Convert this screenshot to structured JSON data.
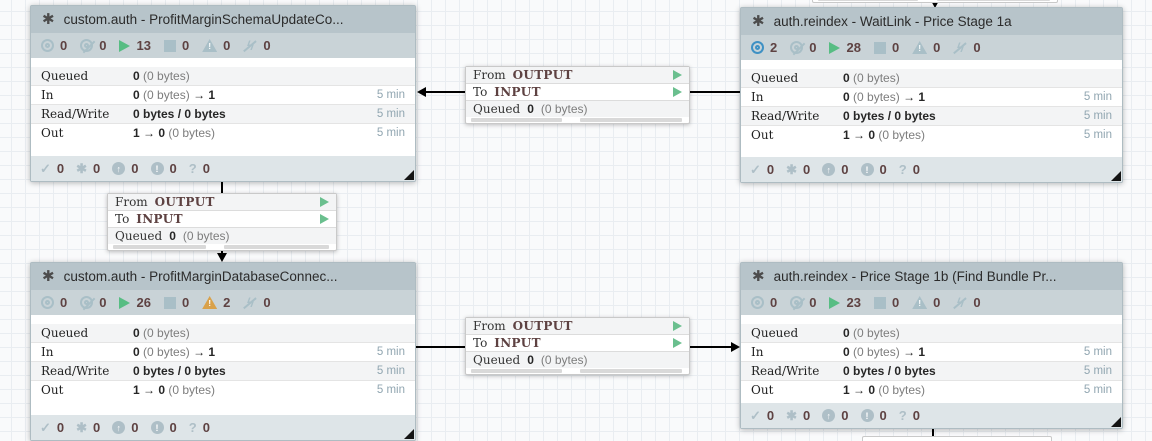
{
  "colors": {
    "running_green": "#57bd83",
    "transmitting_blue": "#3f91c4",
    "invalid_orange": "#d9a14a",
    "muted_icon": "#a9bfc7",
    "count_text": "#5e4242",
    "header_bg": "#b7c4ca",
    "stats_bg": "#c9d3d7",
    "footer_bg": "#dee5e8",
    "connection_line": "#000000"
  },
  "groups": [
    {
      "title": "custom.auth - ProfitMarginSchemaUpdateCo...",
      "stats": [
        {
          "name": "transmitting",
          "value": "0",
          "state": "muted"
        },
        {
          "name": "not-transmitting",
          "value": "0",
          "state": "muted"
        },
        {
          "name": "running",
          "value": "13",
          "state": "green"
        },
        {
          "name": "stopped",
          "value": "0",
          "state": "muted"
        },
        {
          "name": "invalid",
          "value": "0",
          "state": "muted"
        },
        {
          "name": "disabled",
          "value": "0",
          "state": "muted"
        }
      ],
      "metrics": [
        {
          "label": "Queued",
          "strong": "0",
          "note": "(0 bytes)",
          "tail": "",
          "window": ""
        },
        {
          "label": "In",
          "strong": "0",
          "note": "(0 bytes)",
          "tail": "→ 1",
          "window": "5 min"
        },
        {
          "label": "Read/Write",
          "strong": "0 bytes / 0 bytes",
          "note": "",
          "tail": "",
          "window": "5 min"
        },
        {
          "label": "Out",
          "strong": "1 → 0",
          "note": "(0 bytes)",
          "tail": "",
          "window": "5 min"
        }
      ],
      "versions": [
        {
          "name": "up-to-date",
          "value": "0"
        },
        {
          "name": "locally-modified",
          "value": "0"
        },
        {
          "name": "stale",
          "value": "0"
        },
        {
          "name": "locally-modified-and-stale",
          "value": "0"
        },
        {
          "name": "sync-failure",
          "value": "0"
        }
      ]
    },
    {
      "title": "auth.reindex - WaitLink - Price Stage 1a",
      "stats": [
        {
          "name": "transmitting",
          "value": "2",
          "state": "blue"
        },
        {
          "name": "not-transmitting",
          "value": "0",
          "state": "muted"
        },
        {
          "name": "running",
          "value": "28",
          "state": "green"
        },
        {
          "name": "stopped",
          "value": "0",
          "state": "muted"
        },
        {
          "name": "invalid",
          "value": "0",
          "state": "muted"
        },
        {
          "name": "disabled",
          "value": "0",
          "state": "muted"
        }
      ],
      "metrics": [
        {
          "label": "Queued",
          "strong": "0",
          "note": "(0 bytes)",
          "tail": "",
          "window": ""
        },
        {
          "label": "In",
          "strong": "0",
          "note": "(0 bytes)",
          "tail": "→ 1",
          "window": "5 min"
        },
        {
          "label": "Read/Write",
          "strong": "0 bytes / 0 bytes",
          "note": "",
          "tail": "",
          "window": "5 min"
        },
        {
          "label": "Out",
          "strong": "1 → 0",
          "note": "(0 bytes)",
          "tail": "",
          "window": "5 min"
        }
      ],
      "versions": [
        {
          "name": "up-to-date",
          "value": "0"
        },
        {
          "name": "locally-modified",
          "value": "0"
        },
        {
          "name": "stale",
          "value": "0"
        },
        {
          "name": "locally-modified-and-stale",
          "value": "0"
        },
        {
          "name": "sync-failure",
          "value": "0"
        }
      ]
    },
    {
      "title": "custom.auth - ProfitMarginDatabaseConnec...",
      "stats": [
        {
          "name": "transmitting",
          "value": "0",
          "state": "muted"
        },
        {
          "name": "not-transmitting",
          "value": "0",
          "state": "muted"
        },
        {
          "name": "running",
          "value": "26",
          "state": "green"
        },
        {
          "name": "stopped",
          "value": "0",
          "state": "muted"
        },
        {
          "name": "invalid",
          "value": "2",
          "state": "orange"
        },
        {
          "name": "disabled",
          "value": "0",
          "state": "muted"
        }
      ],
      "metrics": [
        {
          "label": "Queued",
          "strong": "0",
          "note": "(0 bytes)",
          "tail": "",
          "window": ""
        },
        {
          "label": "In",
          "strong": "0",
          "note": "(0 bytes)",
          "tail": "→ 1",
          "window": "5 min"
        },
        {
          "label": "Read/Write",
          "strong": "0 bytes / 0 bytes",
          "note": "",
          "tail": "",
          "window": "5 min"
        },
        {
          "label": "Out",
          "strong": "1 → 0",
          "note": "(0 bytes)",
          "tail": "",
          "window": "5 min"
        }
      ],
      "versions": [
        {
          "name": "up-to-date",
          "value": "0"
        },
        {
          "name": "locally-modified",
          "value": "0"
        },
        {
          "name": "stale",
          "value": "0"
        },
        {
          "name": "locally-modified-and-stale",
          "value": "0"
        },
        {
          "name": "sync-failure",
          "value": "0"
        }
      ]
    },
    {
      "title": "auth.reindex - Price Stage 1b (Find Bundle Pr...",
      "stats": [
        {
          "name": "transmitting",
          "value": "0",
          "state": "muted"
        },
        {
          "name": "not-transmitting",
          "value": "0",
          "state": "muted"
        },
        {
          "name": "running",
          "value": "23",
          "state": "green"
        },
        {
          "name": "stopped",
          "value": "0",
          "state": "muted"
        },
        {
          "name": "invalid",
          "value": "0",
          "state": "muted"
        },
        {
          "name": "disabled",
          "value": "0",
          "state": "muted"
        }
      ],
      "metrics": [
        {
          "label": "Queued",
          "strong": "0",
          "note": "(0 bytes)",
          "tail": "",
          "window": ""
        },
        {
          "label": "In",
          "strong": "0",
          "note": "(0 bytes)",
          "tail": "→ 1",
          "window": "5 min"
        },
        {
          "label": "Read/Write",
          "strong": "0 bytes / 0 bytes",
          "note": "",
          "tail": "",
          "window": "5 min"
        },
        {
          "label": "Out",
          "strong": "1 → 0",
          "note": "(0 bytes)",
          "tail": "",
          "window": "5 min"
        }
      ],
      "versions": [
        {
          "name": "up-to-date",
          "value": "0"
        },
        {
          "name": "locally-modified",
          "value": "0"
        },
        {
          "name": "stale",
          "value": "0"
        },
        {
          "name": "locally-modified-and-stale",
          "value": "0"
        },
        {
          "name": "sync-failure",
          "value": "0"
        }
      ]
    }
  ],
  "connections": [
    {
      "from_key": "From",
      "from_port": "OUTPUT",
      "to_key": "To",
      "to_port": "INPUT",
      "queued_key": "Queued",
      "queued_value": "0",
      "queued_note": "(0 bytes)"
    },
    {
      "from_key": "From",
      "from_port": "OUTPUT",
      "to_key": "To",
      "to_port": "INPUT",
      "queued_key": "Queued",
      "queued_value": "0",
      "queued_note": "(0 bytes)"
    },
    {
      "from_key": "From",
      "from_port": "OUTPUT",
      "to_key": "To",
      "to_port": "INPUT",
      "queued_key": "Queued",
      "queued_value": "0",
      "queued_note": "(0 bytes)"
    }
  ]
}
